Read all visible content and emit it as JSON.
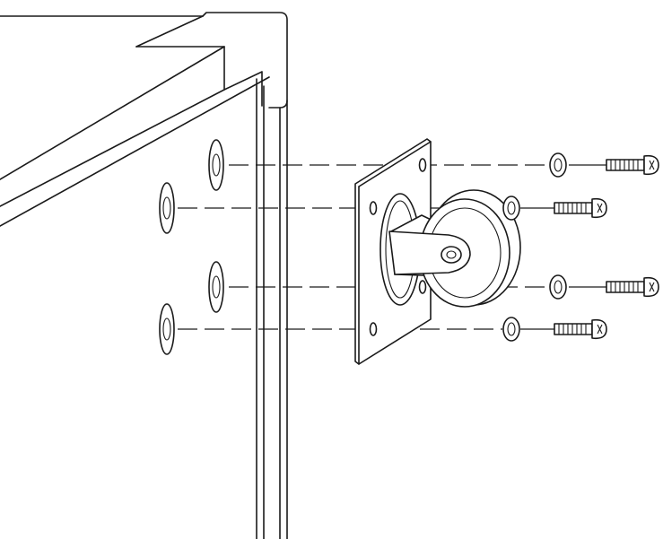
{
  "diagram": {
    "kind": "exploded-assembly",
    "parts": {
      "cabinet_corner": "cabinet-corner",
      "caster": "swivel-caster",
      "washers": 4,
      "screws": 4,
      "mounting_holes": 4
    },
    "colors": {
      "ink": "#1a1a1a",
      "background": "#ffffff"
    }
  }
}
